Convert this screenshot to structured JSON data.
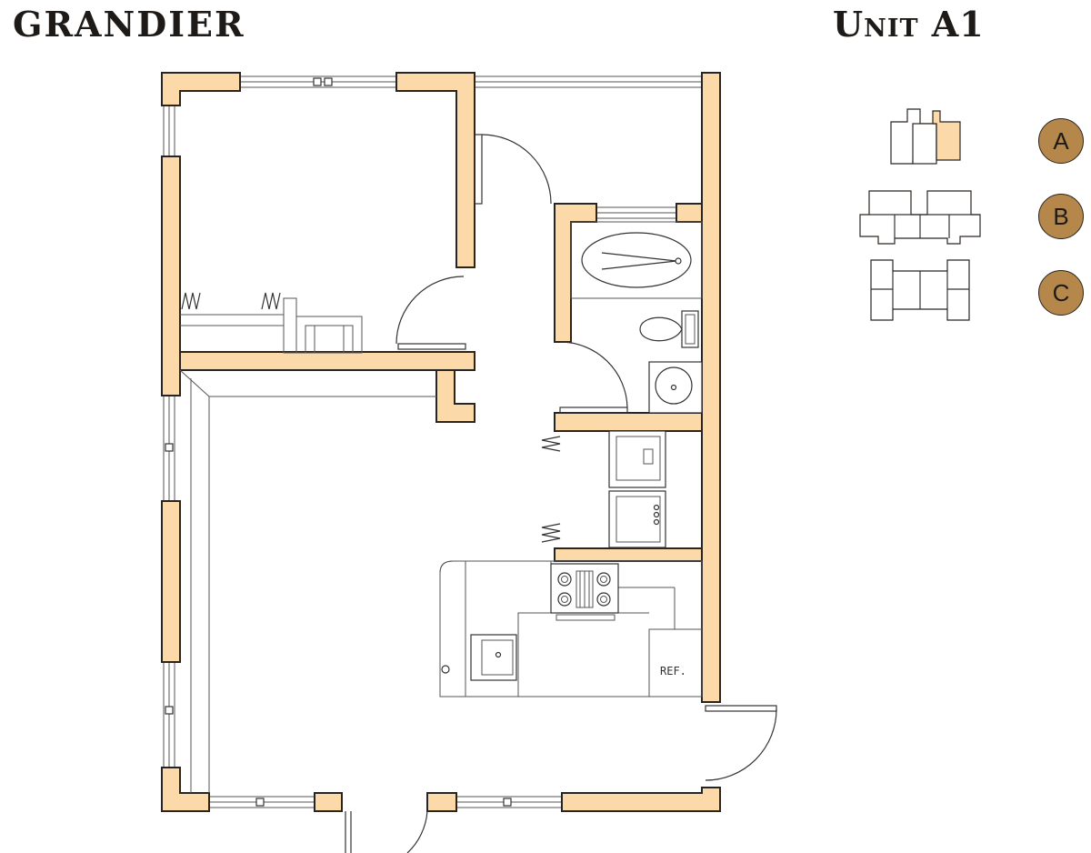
{
  "header": {
    "brand": "GRANDIER",
    "unit_title": "Unit A1"
  },
  "plan": {
    "fixture_labels": {
      "refrigerator": "REF."
    }
  },
  "key_plan": {
    "buildings": [
      {
        "label": "A"
      },
      {
        "label": "B"
      },
      {
        "label": "C"
      }
    ]
  },
  "colors": {
    "wall_fill": "#fbd9a9",
    "wall_stroke": "#2a2420",
    "badge_fill": "#b5874a",
    "text": "#1e1a17"
  }
}
